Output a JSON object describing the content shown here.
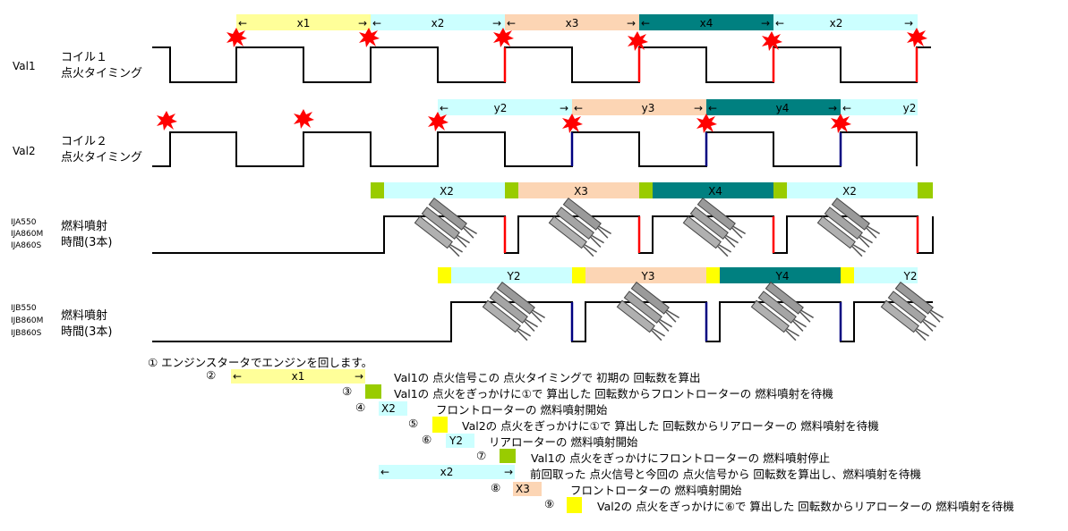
{
  "colors": {
    "yellow": "#ffff99",
    "cyan": "#ccffff",
    "peach": "#fcd5b4",
    "teal": "#008080",
    "green": "#99cc00",
    "brightYellow": "#ffff00",
    "spark": "#ff0000",
    "red": "#ff0000",
    "navy": "#000080"
  },
  "rows": {
    "val1": {
      "tag": "Val1",
      "label1": "コイル１",
      "label2": "点火タイミング"
    },
    "val2": {
      "tag": "Val2",
      "label1": "コイル２",
      "label2": "点火タイミング"
    },
    "ija": {
      "tag1": "IJA550",
      "tag2": "IJA860M",
      "tag3": "IJA860S",
      "label1": "燃料噴射",
      "label2": "時間(3本)"
    },
    "ijb": {
      "tag1": "IJB550",
      "tag2": "IJB860M",
      "tag3": "IJB860S",
      "label1": "燃料噴射",
      "label2": "時間(3本)"
    }
  },
  "bars": {
    "x": [
      "x1",
      "x2",
      "x3",
      "x4",
      "x2"
    ],
    "y": [
      "y2",
      "y3",
      "y4",
      "y2"
    ],
    "X": [
      "X2",
      "X3",
      "X4",
      "X2"
    ],
    "Y": [
      "Y2",
      "Y3",
      "Y4",
      "Y2"
    ],
    "arrowLeft": "←",
    "arrowRight": "→"
  },
  "legend": {
    "s1": "① エンジンスタータでエンジンを回します。",
    "s2num": "②",
    "s2box": "x1",
    "s2text": "Val1の 点火信号この 点火タイミングで 初期の 回転数を算出",
    "s3num": "③",
    "s3text": "Val1の 点火をぎっかけに①で 算出した 回転数からフロントローターの 燃料噴射を待機",
    "s4num": "④",
    "s4box": "X2",
    "s4text": "フロントローターの 燃料噴射開始",
    "s5num": "⑤",
    "s5text": "Val2の 点火をぎっかけに①で 算出した 回転数からリアローターの 燃料噴射を待機",
    "s6num": "⑥",
    "s6box": "Y2",
    "s6text": "リアローターの 燃料噴射開始",
    "s7num": "⑦",
    "s7text": "Val1の 点火をぎっかけにフロントローターの 燃料噴射停止",
    "s8box": "x2",
    "s8text": "前回取った 点火信号と今回の 点火信号から 回転数を算出し、燃料噴射を待機",
    "s9num": "⑧",
    "s9box": "X3",
    "s9text": "フロントローターの 燃料噴射開始",
    "s10num": "⑨",
    "s10text": "Val2の 点火をぎっかけに⑥で 算出した 回転数からリアローターの 燃料噴射を待機"
  }
}
